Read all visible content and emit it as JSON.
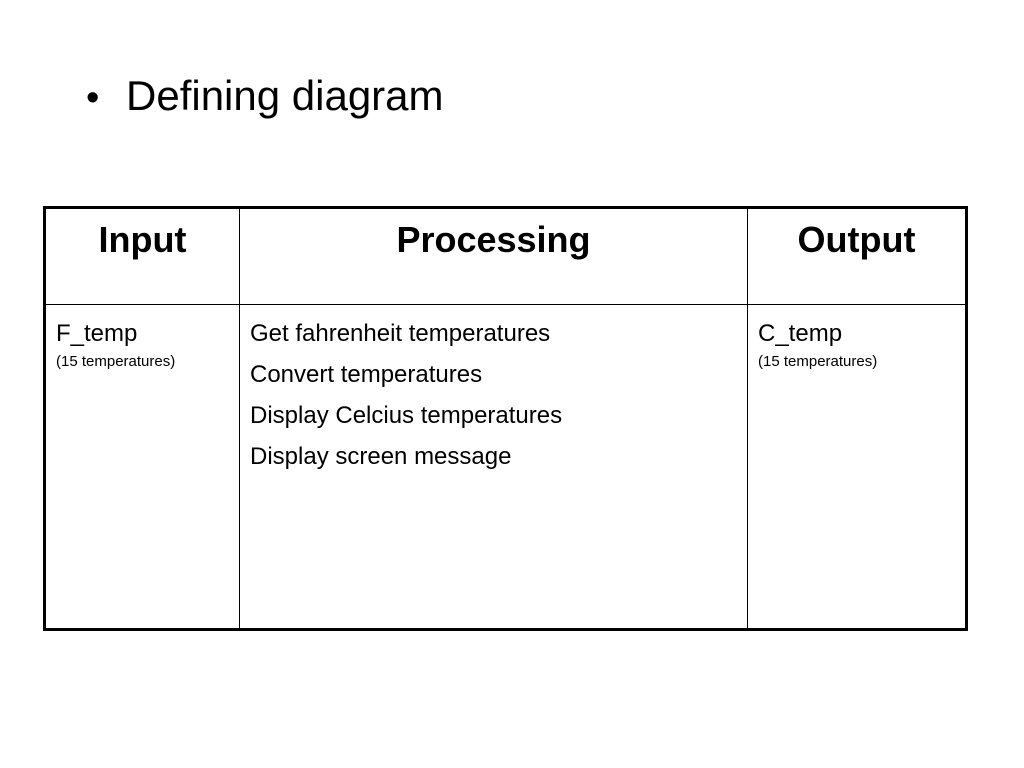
{
  "slide": {
    "bullet": "•",
    "title": "Defining diagram"
  },
  "table": {
    "headers": [
      "Input",
      "Processing",
      "Output"
    ],
    "input": {
      "main": "F_temp",
      "sub": "(15 temperatures)"
    },
    "processing": [
      "Get fahrenheit temperatures",
      "Convert temperatures",
      "Display Celcius temperatures",
      "Display screen message"
    ],
    "output": {
      "main": "C_temp",
      "sub": "(15 temperatures)"
    }
  }
}
